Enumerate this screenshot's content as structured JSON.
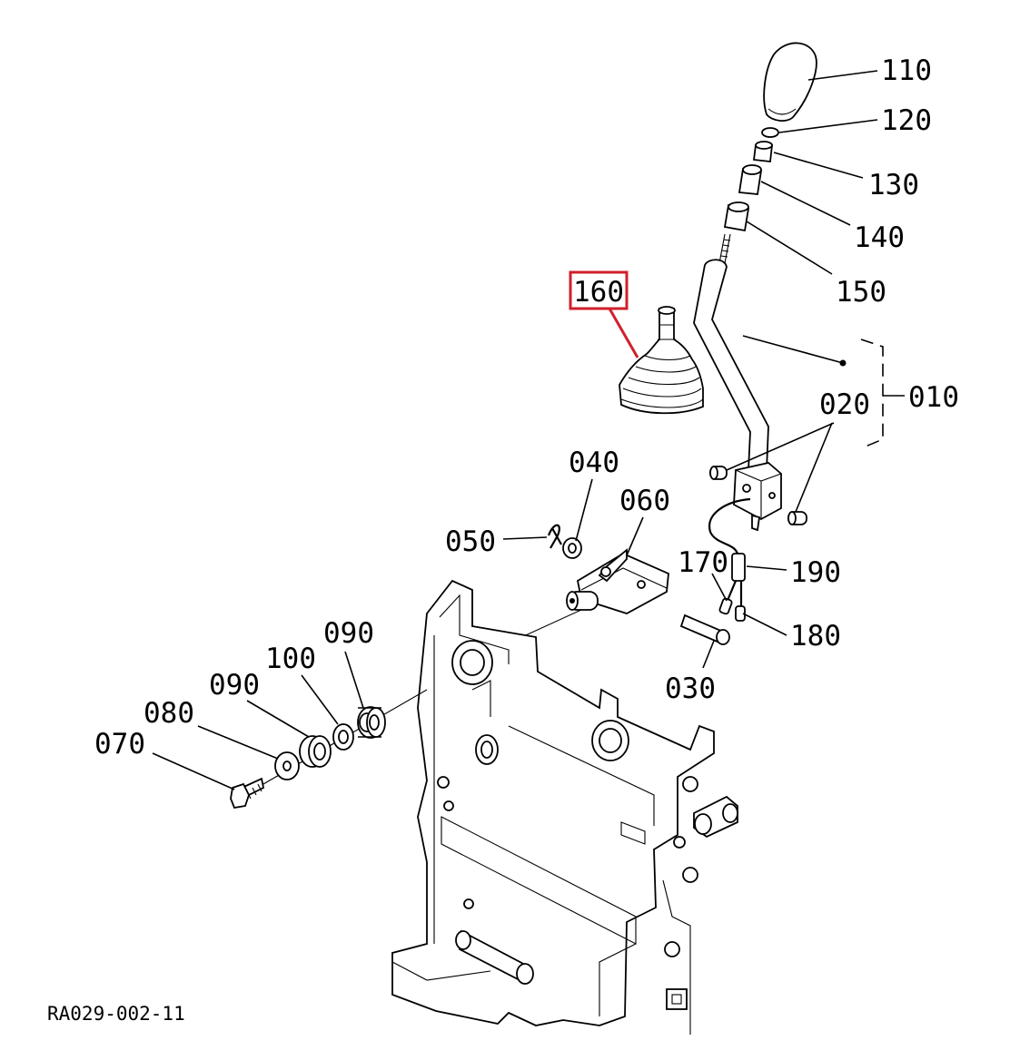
{
  "diagram": {
    "drawing_code": "RA029-002-11",
    "highlight_color": "#d0202a",
    "highlighted_callout": "160",
    "callouts": {
      "c110": "110",
      "c120": "120",
      "c130": "130",
      "c140": "140",
      "c150": "150",
      "c160": "160",
      "c010": "010",
      "c020": "020",
      "c040": "040",
      "c060": "060",
      "c050": "050",
      "c170": "170",
      "c190": "190",
      "c180": "180",
      "c030": "030",
      "c090a": "090",
      "c100": "100",
      "c090b": "090",
      "c080": "080",
      "c070": "070"
    }
  }
}
